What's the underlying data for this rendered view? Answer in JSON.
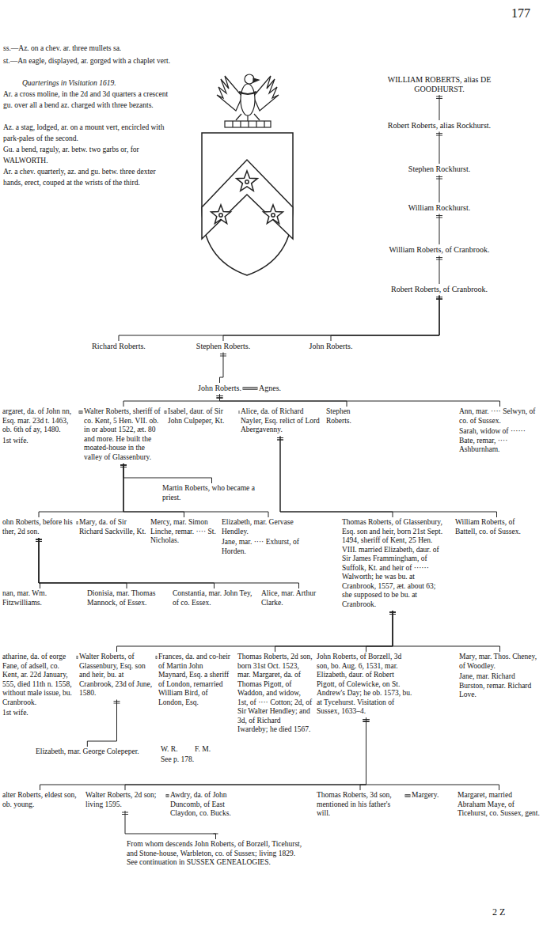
{
  "diagram": {
    "nodes": [
      {
        "text": [
          "WILLIAM ROBERTS, alias DE GOODHURST."
        ]
      },
      {
        "text": [
          "Robert Roberts, alias Rockhurst."
        ]
      },
      {
        "text": [
          "Stephen Rockhurst."
        ]
      },
      {
        "text": [
          "William Rockhurst."
        ]
      },
      {
        "text": [
          "William Roberts, of Cranbrook."
        ]
      },
      {
        "text": [
          "Robert Roberts, of Cranbrook."
        ]
      },
      {
        "text": [
          "Richard Roberts."
        ]
      },
      {
        "text": [
          "Stephen Roberts."
        ]
      },
      {
        "text": [
          "John Roberts."
        ]
      },
      {
        "text": [
          "John Roberts."
        ]
      },
      {
        "text": [
          "Agnes."
        ]
      },
      {
        "text": [
          "argaret, da. of John nn, Esq. mar. 23d t. 1463, ob. 6th of ay, 1480.",
          "1st wife."
        ]
      },
      {
        "text": [
          "Walter Roberts, sheriff of co. Kent, 5 Hen. VII. ob. in or about 1522, æt. 80 and more. He built the moated-house in the valley of Glassenbury."
        ]
      },
      {
        "text": [
          "Isabel, daur. of Sir John Culpeper, Kt."
        ]
      },
      {
        "text": [
          "Alice, da. of Richard Nayler, Esq. relict of Lord Abergavenny."
        ]
      },
      {
        "text": [
          "Stephen Roberts."
        ]
      },
      {
        "text": [
          "Ann, mar. ···· Selwyn, of co. of Sussex.",
          "Sarah, widow of ······ Bate, remar, ···· Ashburnham."
        ]
      },
      {
        "text": [
          "Martin Roberts, who became a priest."
        ]
      },
      {
        "text": [
          "ohn Roberts, before his ther, 2d son."
        ]
      },
      {
        "text": [
          "Mary, da. of Sir Richard Sackville, Kt."
        ]
      },
      {
        "text": [
          "Mercy, mar. Simon Linche, remar. ···· St. Nicholas."
        ]
      },
      {
        "text": [
          "Elizabeth, mar. Gervase Hendley.",
          "Jane, mar. ···· Exhurst, of Horden."
        ]
      },
      {
        "text": [
          "Thomas Roberts, of Glassenbury, Esq. son and heir, born 21st Sept. 1494, sheriff of Kent, 25 Hen. VIII. married Elizabeth, daur. of Sir James Frammingham, of Suffolk, Kt. and heir of ······ Walworth; he was bu. at Cranbrook, 1557, æt. about 63; she supposed to be bu. at Cranbrook."
        ]
      },
      {
        "text": [
          "William Roberts, of Battell, co. of Sussex."
        ]
      },
      {
        "text": [
          "nan, mar. Wm. Fitzwilliams."
        ]
      },
      {
        "text": [
          "Dionisia, mar. Thomas Mannock, of Essex."
        ]
      },
      {
        "text": [
          "Constantia, mar. John Tey, of co. Essex."
        ]
      },
      {
        "text": [
          "Alice, mar. Arthur Clarke."
        ]
      },
      {
        "text": [
          "atharine, da. of eorge Fane, of adsell, co. Kent, ar. 22d January, 555, died 11th n. 1558, without male issue, bu. Cranbrook.",
          "1st wife."
        ]
      },
      {
        "text": [
          "Walter Roberts, of Glassenbury, Esq. son and heir, bu. at Cranbrook, 23d of June, 1580."
        ]
      },
      {
        "text": [
          "Frances, da. and co-heir of Martin John Maynard, Esq. a sheriff of London, remarried William Bird, of London, Esq."
        ]
      },
      {
        "text": [
          "Thomas Roberts, 2d son, born 31st Oct. 1523, mar. Margaret, da. of Thomas Pigott, of Waddon, and widow, 1st, of ···· Cotton; 2d, of Sir Walter Hendley; and 3d, of Richard Iwardeby; he died 1567."
        ]
      },
      {
        "text": [
          "John Roberts, of Borzell, 3d son, bo. Aug. 6, 1531, mar. Elizabeth, daur. of Robert Pigott, of Colewicke, on St. Andrew's Day; he ob. 1573, bu. at Tycehurst. Visitation of Sussex, 1633–4."
        ]
      },
      {
        "text": [
          "Mary, mar. Thos. Cheney, of Woodley.",
          "Jane, mar. Richard Burston, remar. Richard Love."
        ]
      },
      {
        "text": [
          "Elizabeth, mar. George Colepeper."
        ]
      },
      {
        "text": [
          "alter Roberts, eldest son, ob. young."
        ]
      },
      {
        "text": [
          "Walter Roberts, 2d son; living 1595."
        ]
      },
      {
        "text": [
          "Awdry, da. of John Duncomb, of East Claydon, co. Bucks."
        ]
      },
      {
        "text": [
          "Thomas Roberts, 3d son, mentioned in his father's will."
        ]
      },
      {
        "text": [
          "Margery."
        ]
      },
      {
        "text": [
          "Margaret, married Abraham Maye, of Ticehurst, co. Sussex, gent."
        ]
      },
      {
        "text": [
          "From whom descends John Roberts, of Borzell, Ticehurst, and Stone-house, Warbleton, co. of Sussex; living 1829. See continuation in SUSSEX GENEALOGIES."
        ]
      }
    ],
    "edges": [
      {
        "from": 0,
        "to": 1,
        "arrow": "none"
      },
      {
        "from": 1,
        "to": 2,
        "arrow": "none"
      },
      {
        "from": 2,
        "to": 3,
        "arrow": "none"
      },
      {
        "from": 3,
        "to": 4,
        "arrow": "none"
      },
      {
        "from": 4,
        "to": 5,
        "arrow": "none"
      },
      {
        "from": 5,
        "to": 6,
        "arrow": "none"
      },
      {
        "from": 5,
        "to": 7,
        "arrow": "none"
      },
      {
        "from": 5,
        "to": 8,
        "arrow": "none"
      },
      {
        "from": 7,
        "to": 9,
        "arrow": "none"
      },
      {
        "from": 9,
        "to": 10,
        "arrow": "none"
      },
      {
        "from": 9,
        "to": 12,
        "arrow": "none"
      },
      {
        "from": 9,
        "to": 15,
        "arrow": "none"
      },
      {
        "from": 9,
        "to": 16,
        "arrow": "none"
      },
      {
        "from": 11,
        "to": 12,
        "arrow": "none"
      },
      {
        "from": 12,
        "to": 13,
        "arrow": "none"
      },
      {
        "from": 13,
        "to": 14,
        "arrow": "none"
      },
      {
        "from": 12,
        "to": 17,
        "arrow": "none"
      },
      {
        "from": 12,
        "to": 18,
        "arrow": "none"
      },
      {
        "from": 12,
        "to": 20,
        "arrow": "none"
      },
      {
        "from": 12,
        "to": 21,
        "arrow": "none"
      },
      {
        "from": 18,
        "to": 19,
        "arrow": "none"
      },
      {
        "from": 14,
        "to": 22,
        "arrow": "none"
      },
      {
        "from": 14,
        "to": 23,
        "arrow": "none"
      },
      {
        "from": 18,
        "to": 24,
        "arrow": "none"
      },
      {
        "from": 18,
        "to": 25,
        "arrow": "none"
      },
      {
        "from": 18,
        "to": 26,
        "arrow": "none"
      },
      {
        "from": 18,
        "to": 27,
        "arrow": "none"
      },
      {
        "from": 22,
        "to": 29,
        "arrow": "none"
      },
      {
        "from": 22,
        "to": 31,
        "arrow": "none"
      },
      {
        "from": 22,
        "to": 32,
        "arrow": "none"
      },
      {
        "from": 22,
        "to": 33,
        "arrow": "none"
      },
      {
        "from": 28,
        "to": 29,
        "arrow": "none"
      },
      {
        "from": 29,
        "to": 30,
        "arrow": "none"
      },
      {
        "from": 29,
        "to": 34,
        "arrow": "none"
      },
      {
        "from": 32,
        "to": 35,
        "arrow": "none"
      },
      {
        "from": 32,
        "to": 36,
        "arrow": "none"
      },
      {
        "from": 32,
        "to": 38,
        "arrow": "none"
      },
      {
        "from": 32,
        "to": 40,
        "arrow": "none"
      },
      {
        "from": 36,
        "to": 37,
        "arrow": "none"
      },
      {
        "from": 38,
        "to": 39,
        "arrow": "none"
      },
      {
        "from": 36,
        "to": 41,
        "arrow": "none"
      }
    ],
    "labels": [
      "177",
      "ss.—Az. on a chev. ar. three mullets sa.",
      "st.—An eagle, displayed, ar. gorged with a chaplet vert.",
      "Quarterings in Visitation 1619.",
      "Ar. a cross moline, in the 2d and 3d quarters a crescent gu. over all a bend az. charged with three bezants.",
      "Az. a stag, lodged, ar. on a mount vert, encircled with park-pales of the second.",
      "Gu. a bend, raguly, ar. betw. two garbs or, for WALWORTH.",
      "Ar. a chev. quarterly, az. and gu. betw. three dexter hands, erect, couped at the wrists of the third.",
      "W. R.",
      "F. M.",
      "See p. 178.",
      "2 Z"
    ]
  }
}
